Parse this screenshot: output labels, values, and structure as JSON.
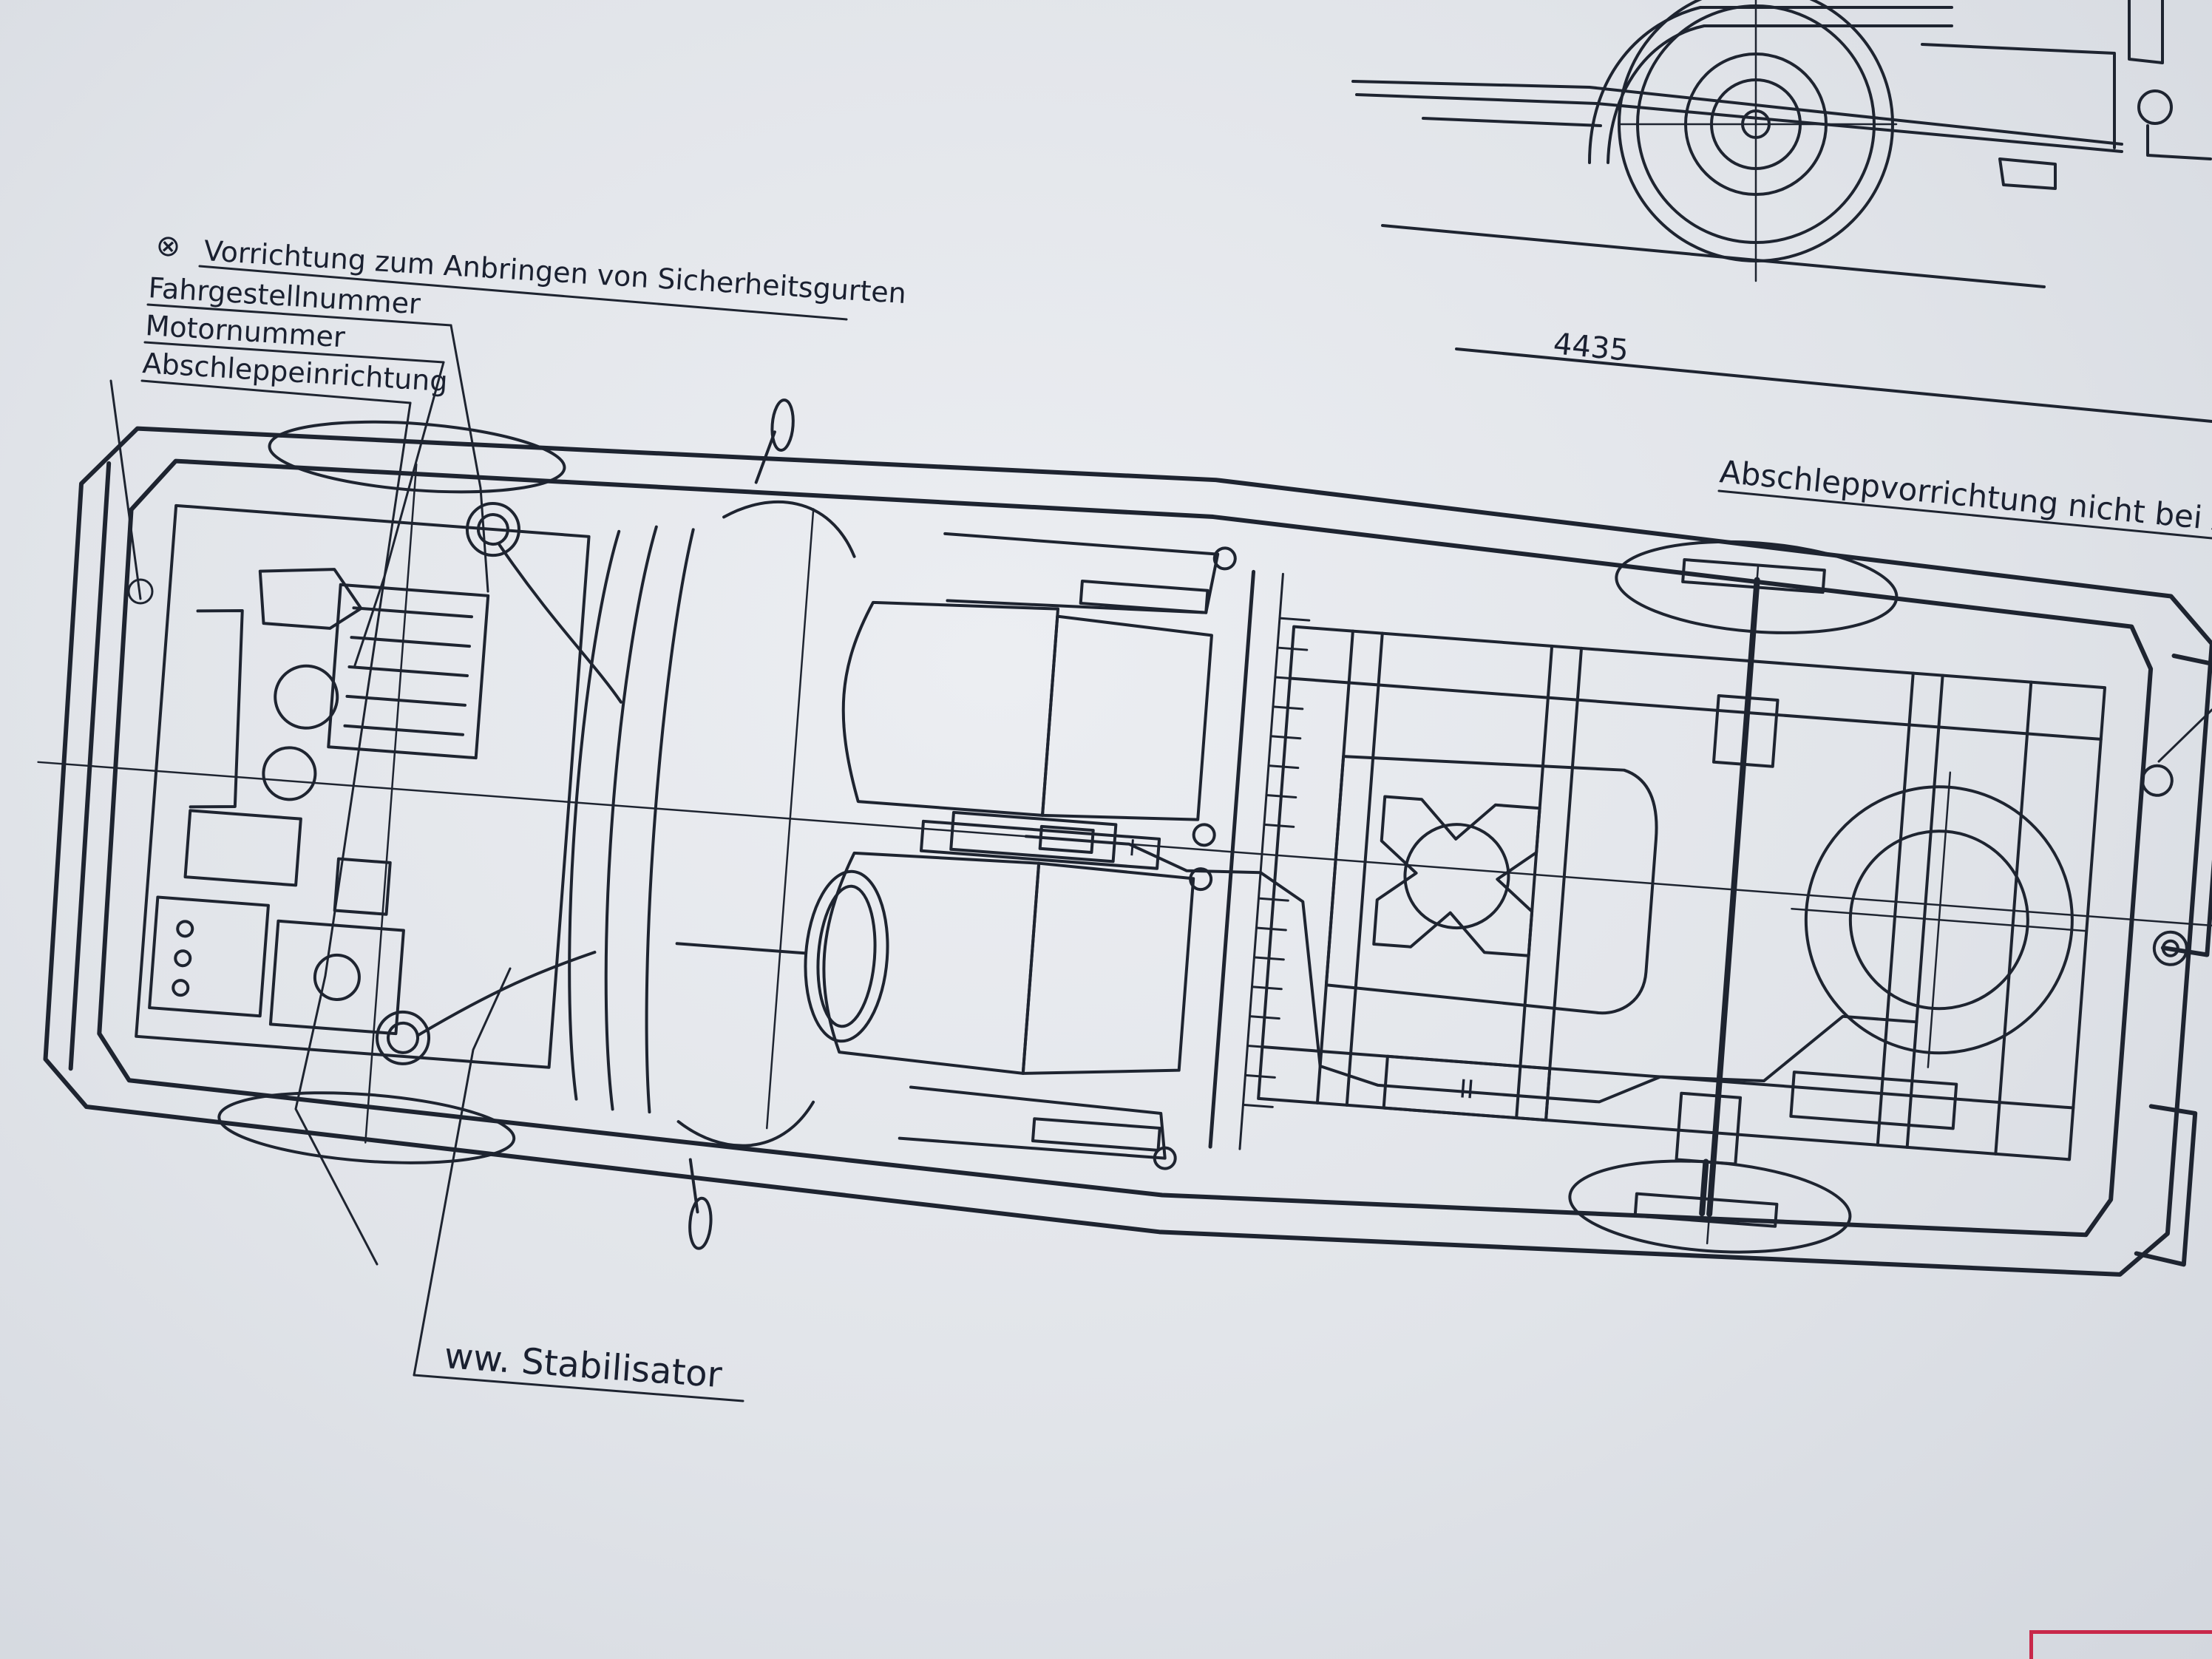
{
  "labels": {
    "seatbelt_symbol": "⊗",
    "seatbelt": "Vorrichtung zum Anbringen von Sicherheitsgurten",
    "chassis_number": "Fahrgestellnummer",
    "engine_number": "Motornummer",
    "towing_device": "Abschleppeinrichtung",
    "stabilizer": "ww. Stabilisator",
    "tow_note": "Abschleppvorrichtung nicht bei A",
    "dimension": "4435",
    "tank_roman_1": "I",
    "tank_roman_2": "II"
  },
  "colors": {
    "ink": "#1e2430",
    "paper": "#e4e7ec",
    "stamp": "#c8284a"
  }
}
